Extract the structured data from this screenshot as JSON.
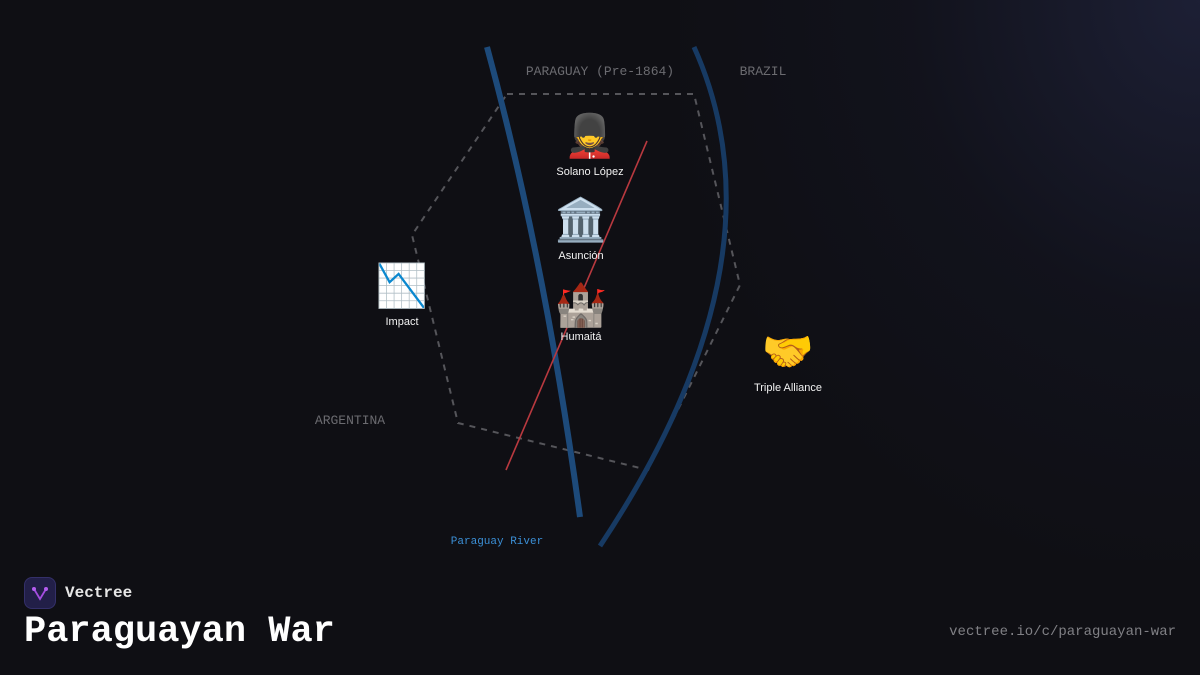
{
  "diagram": {
    "regions": {
      "paraguay": "PARAGUAY (Pre-1864)",
      "brazil": "BRAZIL",
      "argentina": "ARGENTINA"
    },
    "river_label": "Paraguay River",
    "nodes": [
      {
        "id": "solano-lopez",
        "icon": "guard-icon",
        "emoji": "💂",
        "label": "Solano López"
      },
      {
        "id": "asuncion",
        "icon": "classical-building-icon",
        "emoji": "🏛️",
        "label": "Asunción"
      },
      {
        "id": "humaita",
        "icon": "castle-icon",
        "emoji": "🏰",
        "label": "Humaitá"
      },
      {
        "id": "impact",
        "icon": "chart-decreasing-icon",
        "emoji": "📉",
        "label": "Impact"
      },
      {
        "id": "triple-alliance",
        "icon": "handshake-icon",
        "emoji": "🤝",
        "label": "Triple Alliance"
      }
    ],
    "colors": {
      "river": "#1d4a7a",
      "border": "#55555a",
      "attack_line": "#b8393f",
      "river_label": "#3b8fd6",
      "region_label": "#6b6b70"
    }
  },
  "footer": {
    "brand": "Vectree",
    "title": "Paraguayan War",
    "url": "vectree.io/c/paraguayan-war"
  }
}
